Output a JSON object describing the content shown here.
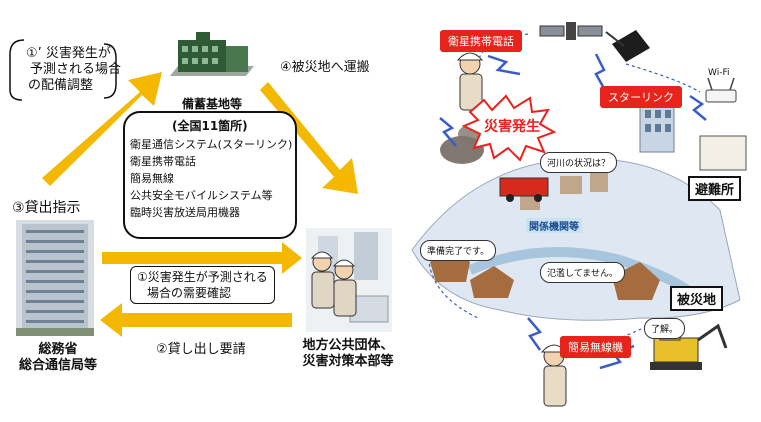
{
  "left": {
    "note_1prime": [
      "①’ 災害発生が",
      "予測される場合",
      "の配備調整"
    ],
    "base_title": "備蓄基地等",
    "base_subtitle": "(全国11箇所)",
    "equipment": [
      "衛星通信システム(スターリンク)",
      "衛星携帯電話",
      "簡易無線",
      "公共安全モバイルシステム等",
      "臨時災害放送局用機器"
    ],
    "step4": "④被災地へ運搬",
    "step3": "③貸出指示",
    "step1": [
      "①災害発生が予測される",
      "場合の需要確認"
    ],
    "step2": "②貸し出し要請",
    "ministry": [
      "総務省",
      "総合通信局等"
    ],
    "local_gov": [
      "地方公共団体、",
      "災害対策本部等"
    ]
  },
  "right": {
    "sat_phone_label": "衛星携帯電話",
    "starlink_label": "スターリンク",
    "wifi_label": "Wi-Fi",
    "disaster_label": "災害発生",
    "shelter_label": "避難所",
    "disaster_area_label": "被災地",
    "agencies_label": "関係機関等",
    "simple_radio_label": "簡易無線機",
    "bubbles": [
      "河川の状況は？",
      "準備完了です。",
      "氾濫してません。",
      "了解。"
    ]
  },
  "colors": {
    "arrow": "#f5b800",
    "red": "#e8231c",
    "sky": "#dfe8f2"
  }
}
